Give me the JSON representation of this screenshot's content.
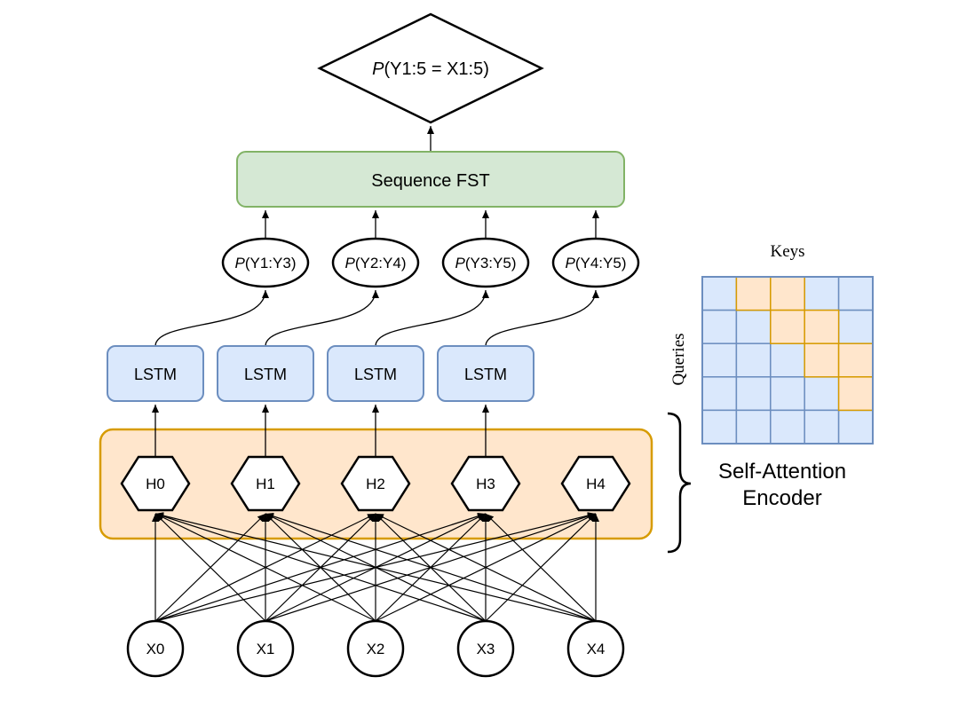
{
  "output": {
    "p_symbol": "P",
    "expression": "(Y1:5 = X1:5)"
  },
  "sequence_fst": {
    "label": "Sequence FST",
    "fill": "#d5e8d4",
    "stroke": "#82b366"
  },
  "probs": [
    {
      "p": "P",
      "label": "(Y1:Y3)"
    },
    {
      "p": "P",
      "label": "(Y2:Y4)"
    },
    {
      "p": "P",
      "label": "(Y3:Y5)"
    },
    {
      "p": "P",
      "label": "(Y4:Y5)"
    }
  ],
  "lstm": {
    "labels": [
      "LSTM",
      "LSTM",
      "LSTM",
      "LSTM"
    ],
    "fill": "#dae8fc",
    "stroke": "#6c8ebf"
  },
  "encoder": {
    "fill": "#ffe6cc",
    "stroke": "#d79b00",
    "hidden": [
      "H0",
      "H1",
      "H2",
      "H3",
      "H4"
    ],
    "caption_line1": "Self-Attention",
    "caption_line2": "Encoder"
  },
  "inputs": [
    "X0",
    "X1",
    "X2",
    "X3",
    "X4"
  ],
  "attention_matrix": {
    "keys_label": "Keys",
    "queries_label": "Queries",
    "rows": 5,
    "cols": 5,
    "highlight_cells": [
      [
        0,
        1
      ],
      [
        0,
        2
      ],
      [
        1,
        2
      ],
      [
        1,
        3
      ],
      [
        2,
        3
      ],
      [
        2,
        4
      ],
      [
        3,
        4
      ]
    ],
    "cell_fill": "#dae8fc",
    "highlight_fill": "#ffe6cc",
    "grid_stroke": "#6c8ebf",
    "highlight_stroke": "#d79b00"
  }
}
